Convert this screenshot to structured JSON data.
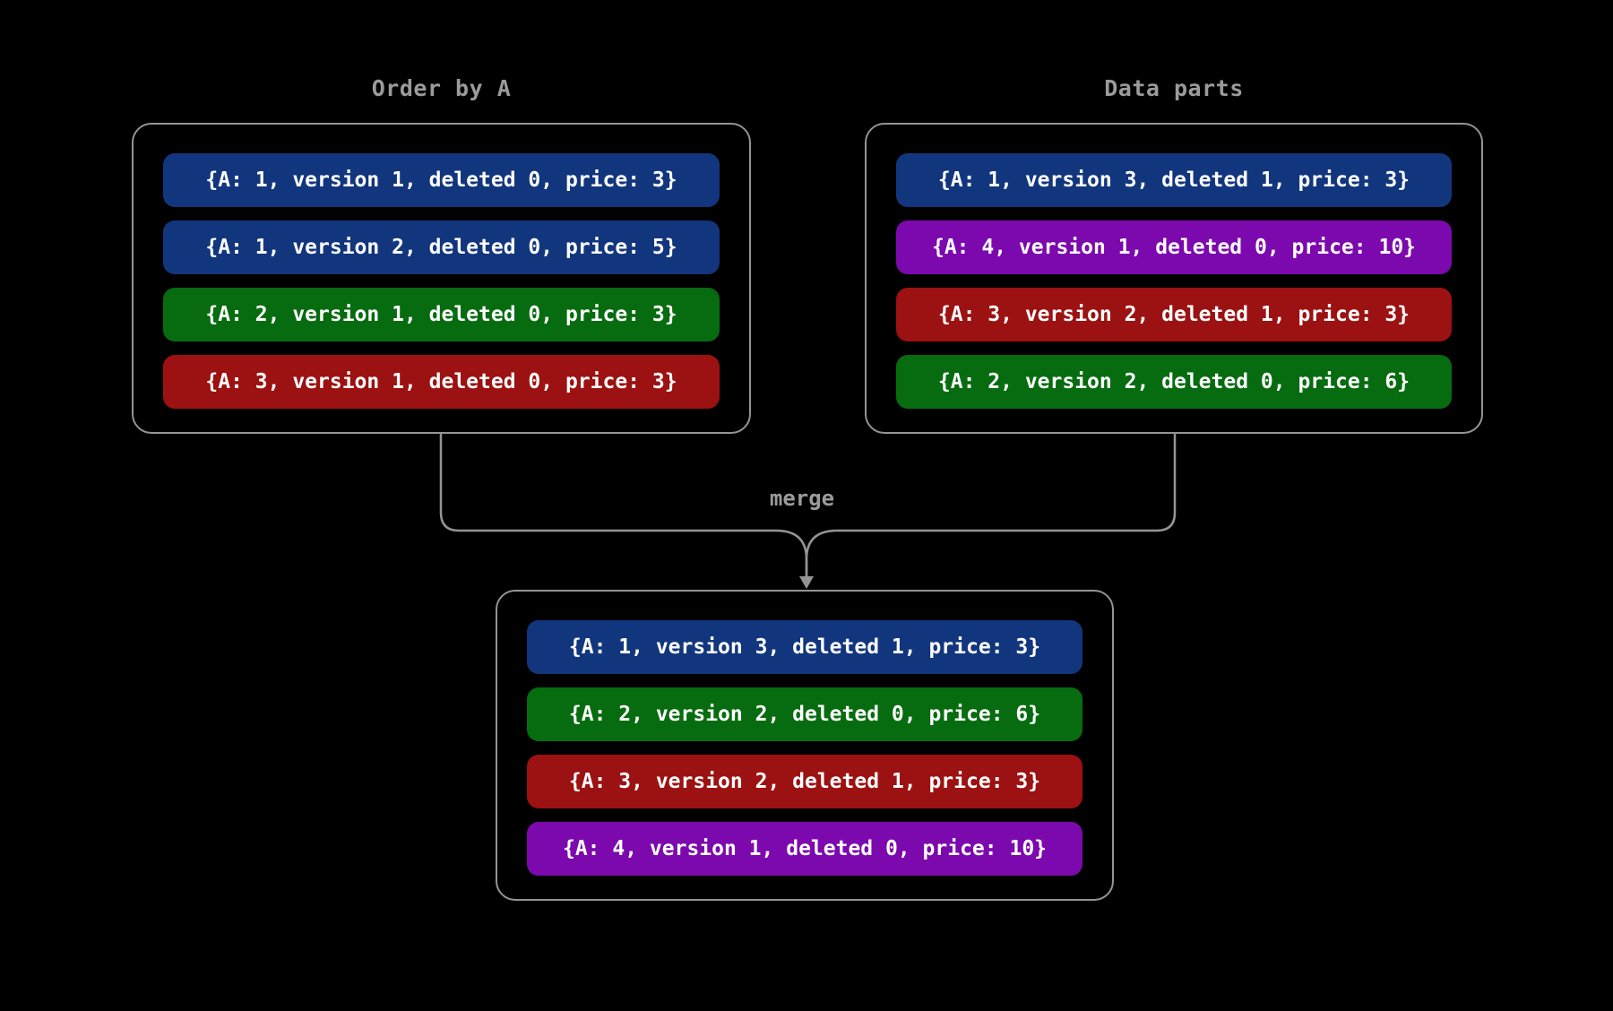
{
  "colors": {
    "blue": "#12367d",
    "green": "#076c10",
    "red": "#9c1111",
    "purple": "#7c09ad",
    "line": "#949494",
    "title_text": "#9b9b9b",
    "row_text": "#ffffff",
    "background": "#000000"
  },
  "boxes": {
    "order_by_a": {
      "title": "Order by A",
      "rows": [
        {
          "text": "{A: 1, version 1, deleted 0, price: 3}",
          "color": "blue"
        },
        {
          "text": "{A: 1, version 2, deleted 0, price: 5}",
          "color": "blue"
        },
        {
          "text": "{A: 2, version 1, deleted 0, price: 3}",
          "color": "green"
        },
        {
          "text": "{A: 3, version 1, deleted 0, price: 3}",
          "color": "red"
        }
      ]
    },
    "data_parts": {
      "title": "Data parts",
      "rows": [
        {
          "text": "{A: 1, version 3, deleted 1, price: 3}",
          "color": "blue"
        },
        {
          "text": "{A: 4, version 1, deleted 0, price: 10}",
          "color": "purple"
        },
        {
          "text": "{A: 3, version 2, deleted 1, price: 3}",
          "color": "red"
        },
        {
          "text": "{A: 2, version 2, deleted 0, price: 6}",
          "color": "green"
        }
      ]
    },
    "merged": {
      "rows": [
        {
          "text": "{A: 1, version 3, deleted 1, price: 3}",
          "color": "blue"
        },
        {
          "text": "{A: 2, version 2, deleted 0, price: 6}",
          "color": "green"
        },
        {
          "text": "{A: 3, version 2, deleted 1, price: 3}",
          "color": "red"
        },
        {
          "text": "{A: 4, version 1, deleted 0, price: 10}",
          "color": "purple"
        }
      ]
    }
  },
  "connector": {
    "merge_label": "merge"
  }
}
